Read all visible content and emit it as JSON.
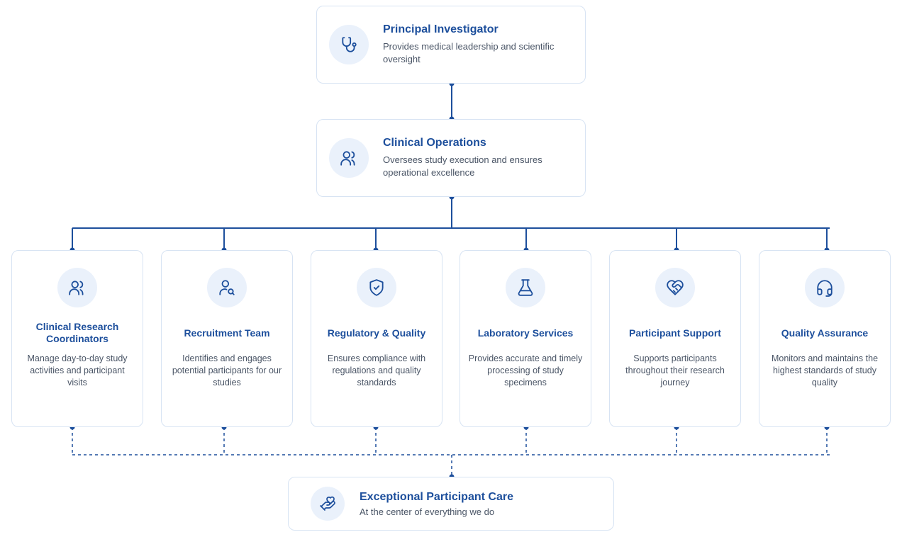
{
  "colors": {
    "accent": "#1d4f9c",
    "icon_background": "#eaf1fb",
    "card_border": "#d7e3f3",
    "text_muted": "#4a5566"
  },
  "principal_investigator": {
    "icon": "stethoscope-icon",
    "title": "Principal Investigator",
    "description": "Provides medical leadership and scientific oversight"
  },
  "clinical_operations": {
    "icon": "users-icon",
    "title": "Clinical Operations",
    "description": "Oversees study execution and ensures operational excellence"
  },
  "departments": [
    {
      "icon": "users-icon",
      "title": "Clinical Research Coordinators",
      "description": "Manage day-to-day study activities and participant visits"
    },
    {
      "icon": "user-search-icon",
      "title": "Recruitment Team",
      "description": "Identifies and engages potential participants for our studies"
    },
    {
      "icon": "shield-check-icon",
      "title": "Regulatory & Quality",
      "description": "Ensures compliance with regulations and quality standards"
    },
    {
      "icon": "flask-icon",
      "title": "Laboratory Services",
      "description": "Provides accurate and timely processing of study specimens"
    },
    {
      "icon": "heart-handshake-icon",
      "title": "Participant Support",
      "description": "Supports participants throughout their research journey"
    },
    {
      "icon": "headset-icon",
      "title": "Quality Assurance",
      "description": "Monitors and maintains the highest standards of study quality"
    }
  ],
  "participant_care": {
    "icon": "hand-heart-icon",
    "title": "Exceptional Participant Care",
    "description": "At the center of everything we do"
  }
}
